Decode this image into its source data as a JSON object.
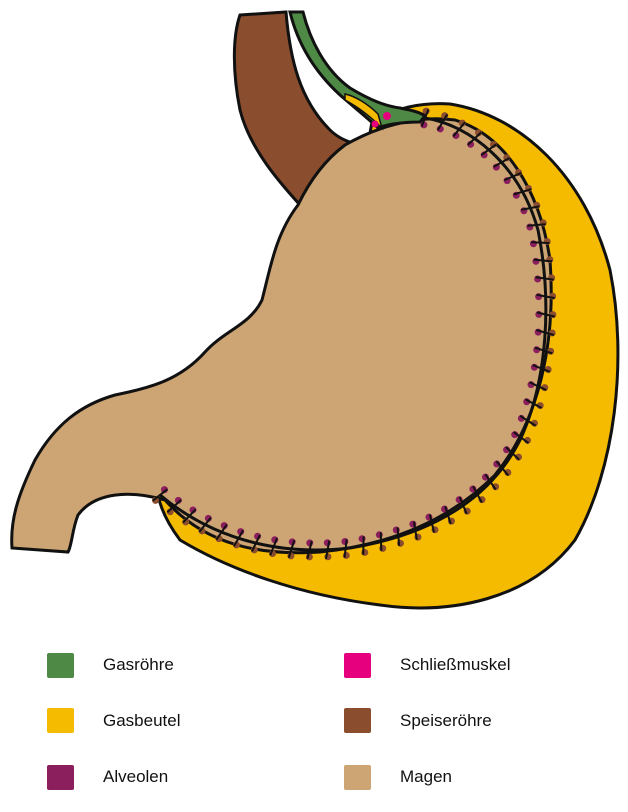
{
  "colors": {
    "gasroehre": "#4e8a45",
    "gasbeutel": "#f5bb00",
    "alveolen": "#8b1e5c",
    "schliessmuskel": "#e6007e",
    "speiseroehre": "#8a4d2e",
    "magen": "#cda574",
    "outline": "#111111"
  },
  "legend": [
    {
      "label": "Gasröhre",
      "color": "#4e8a45"
    },
    {
      "label": "Schließmuskel",
      "color": "#e6007e"
    },
    {
      "label": "Gasbeutel",
      "color": "#f5bb00"
    },
    {
      "label": "Speiseröhre",
      "color": "#8a4d2e"
    },
    {
      "label": "Alveolen",
      "color": "#8b1e5c"
    },
    {
      "label": "Magen",
      "color": "#cda574"
    }
  ]
}
